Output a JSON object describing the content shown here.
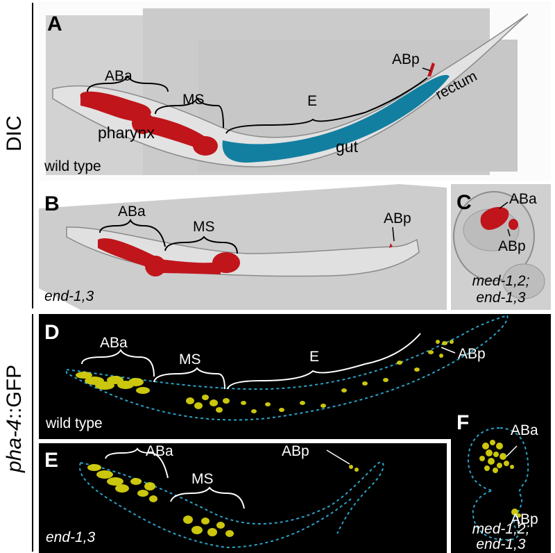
{
  "row_labels": {
    "top": "DIC",
    "bottom_italic": "pha-4",
    "bottom_rest": "::GFP"
  },
  "panels": {
    "A": {
      "letter": "A",
      "genotype": "wild type",
      "lineages": [
        "ABa",
        "MS",
        "E",
        "ABp"
      ],
      "organs": [
        "pharynx",
        "gut",
        "rectum"
      ]
    },
    "B": {
      "letter": "B",
      "genotype": "end-1,3",
      "lineages": [
        "ABa",
        "MS",
        "ABp"
      ]
    },
    "C": {
      "letter": "C",
      "genotype_line1": "med-1,2;",
      "genotype_line2": "end-1,3",
      "lineages": [
        "ABa",
        "ABp"
      ]
    },
    "D": {
      "letter": "D",
      "genotype": "wild type",
      "lineages": [
        "ABa",
        "MS",
        "E",
        "ABp"
      ]
    },
    "E": {
      "letter": "E",
      "genotype": "end-1,3",
      "lineages": [
        "ABa",
        "MS",
        "ABp"
      ]
    },
    "F": {
      "letter": "F",
      "genotype_line1": "med-1,2;",
      "genotype_line2": "end-1,3",
      "lineages": [
        "ABa",
        "ABp"
      ]
    }
  },
  "colors": {
    "pharynx": "#c0151b",
    "gut": "#137fa0",
    "outline": "#2aa3c8",
    "nuclei": "#e2dc10"
  }
}
